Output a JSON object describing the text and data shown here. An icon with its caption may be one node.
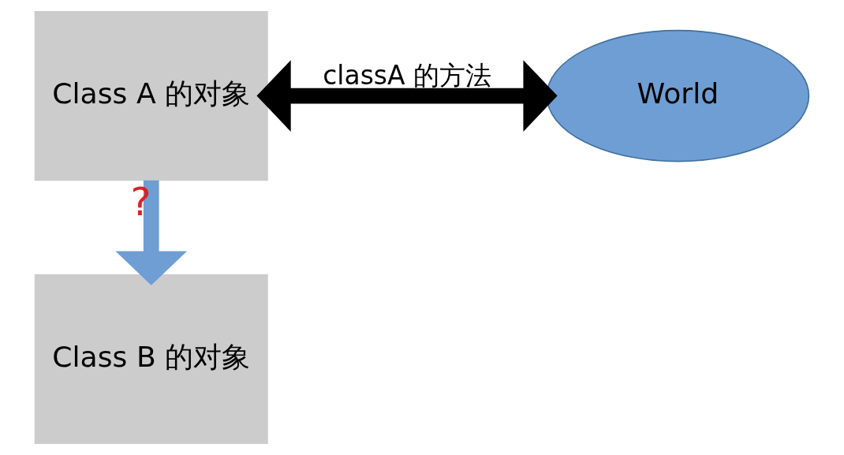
{
  "diagram": {
    "nodes": [
      {
        "text": [
          "Class A 的对象"
        ]
      },
      {
        "text": [
          "World"
        ]
      },
      {
        "text": [
          "Class B 的对象"
        ]
      }
    ],
    "edges": [
      {
        "from": 0,
        "to": 1,
        "arrow": "both",
        "label": "classA 的方法"
      },
      {
        "from": 0,
        "to": 2,
        "arrow": "to",
        "label": "?",
        "color": "#6f9ed4"
      }
    ]
  }
}
